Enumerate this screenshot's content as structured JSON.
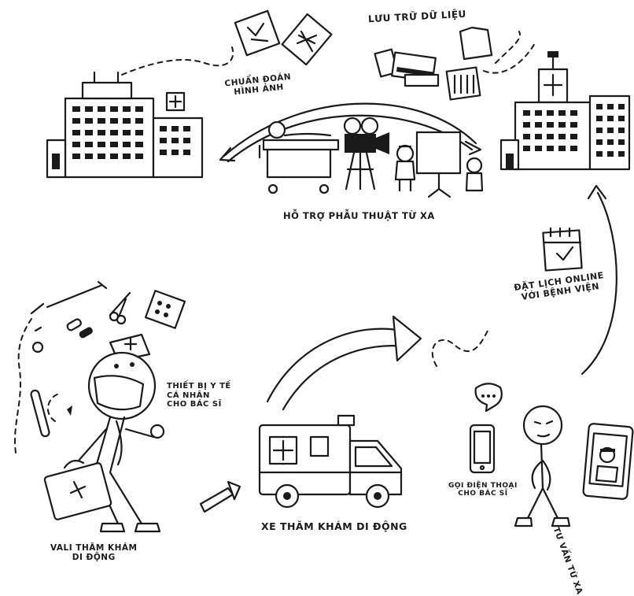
{
  "labels": {
    "chuan_doan": [
      "CHUẨN ĐOÁN",
      "HÌNH ẢNH"
    ],
    "luu_tru": "LƯU TRỮ DỮ LIỆU",
    "ho_tro": "HỖ TRỢ PHẪU THUẬT TỪ XA",
    "dat_lich": [
      "ĐẶT LỊCH ONLINE",
      "VỚI BỆNH VIỆN"
    ],
    "thiet_bi": [
      "THIẾT BỊ Y TẾ",
      "CÁ NHÂN",
      "CHO BÁC SĨ"
    ],
    "xe_tham_kham": "XE THĂM KHÁM DI ĐỘNG",
    "vali": [
      "VALI THĂM KHÁM",
      "DI ĐỘNG"
    ],
    "goi_dien": [
      "GỌI ĐIỆN THOẠI",
      "CHO BÁC SĨ"
    ],
    "tu_van": "TƯ VẤN TỪ XA"
  }
}
